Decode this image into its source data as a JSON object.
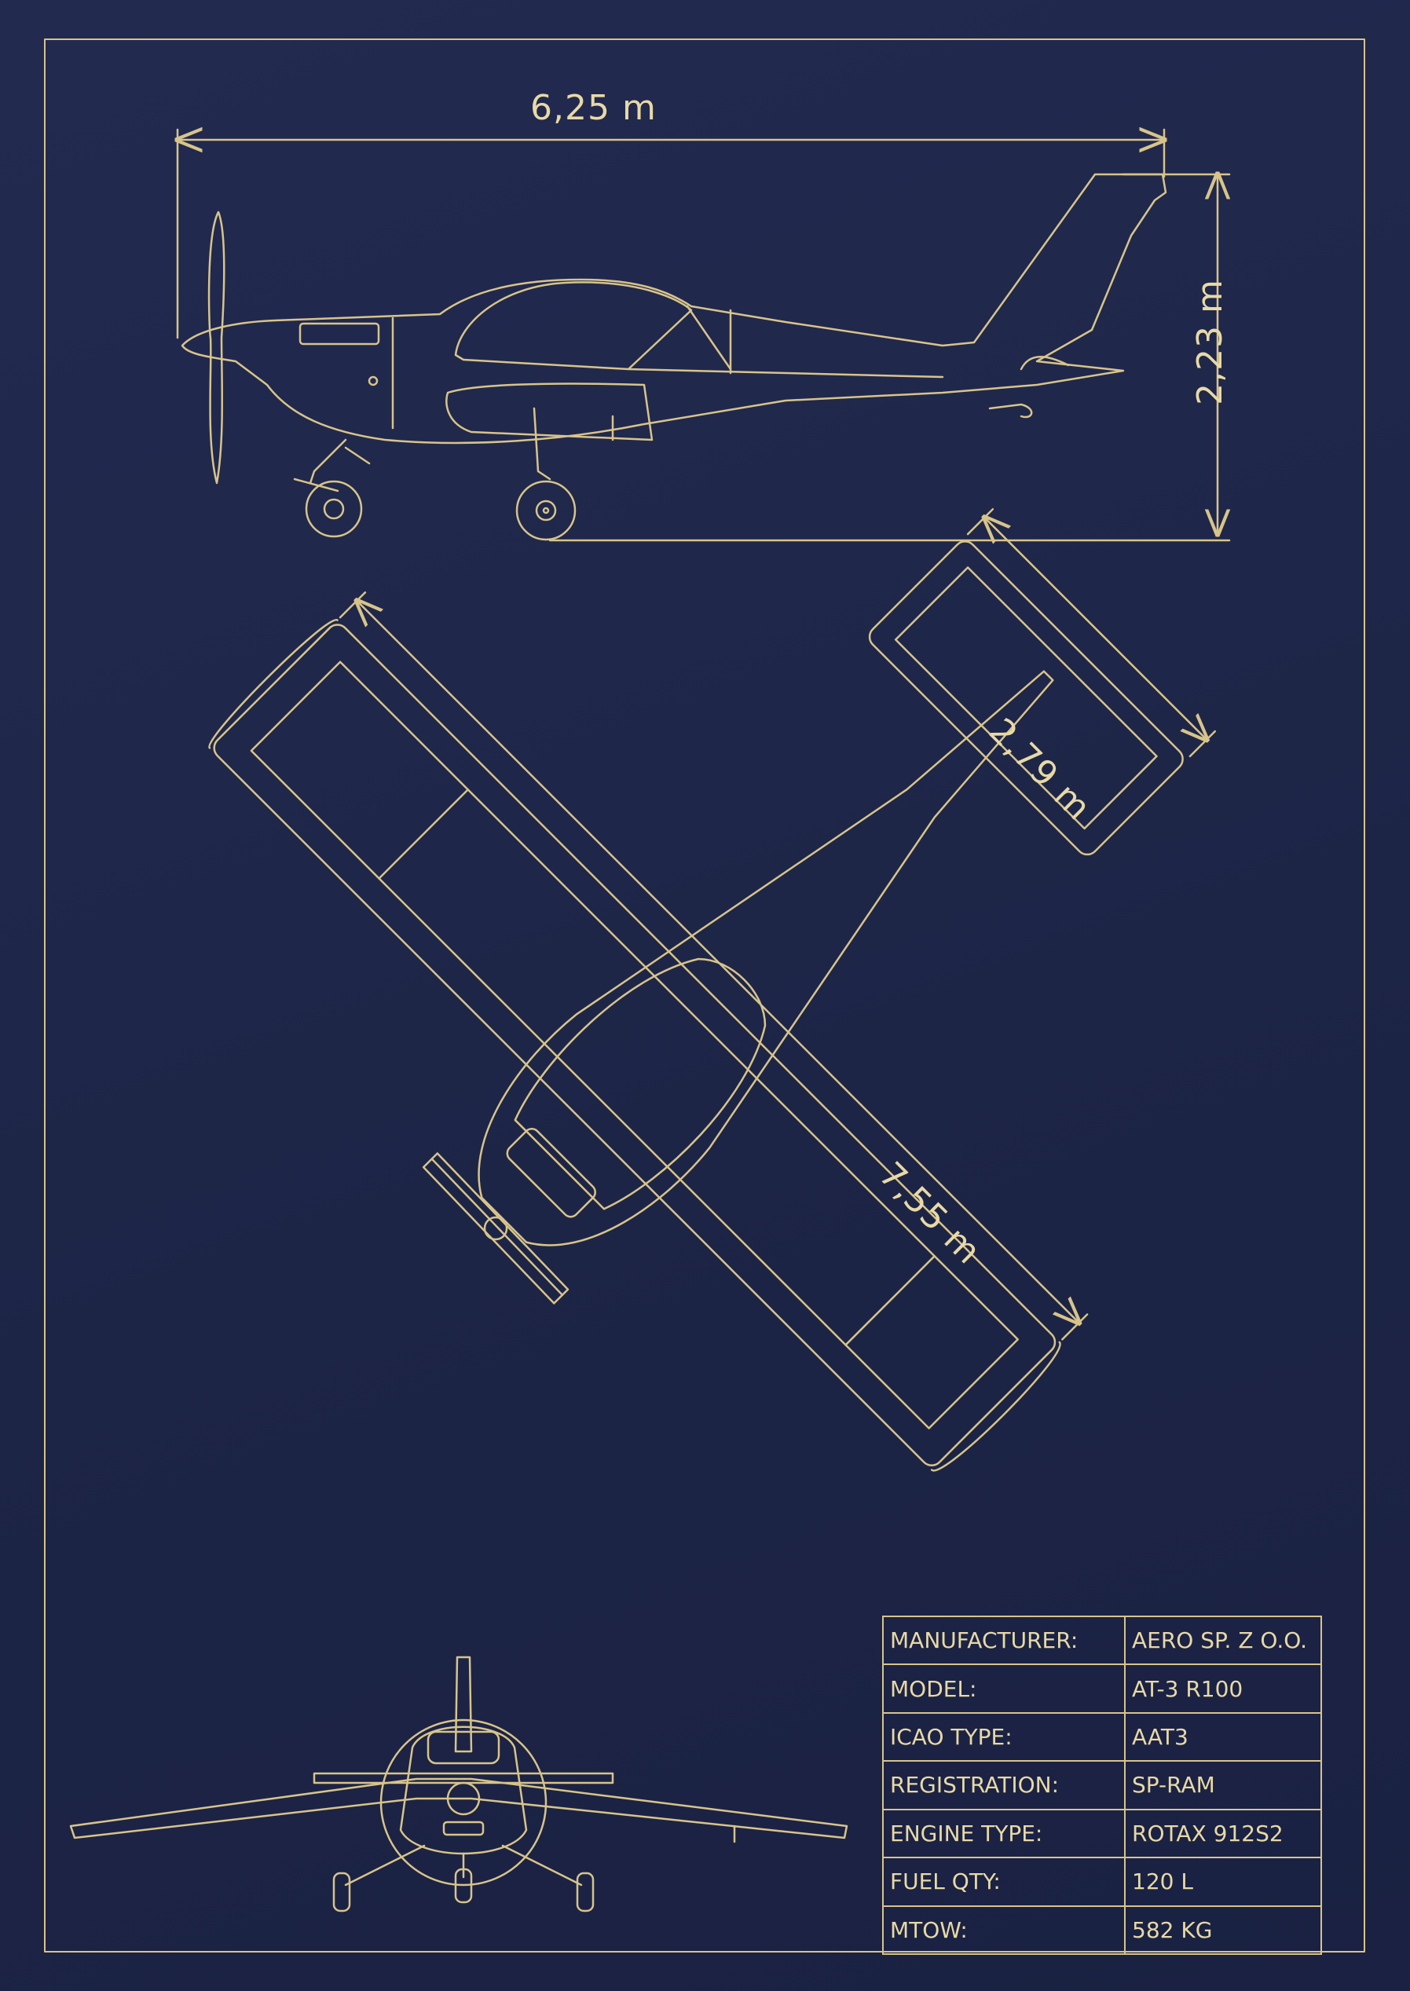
{
  "dimensions": {
    "length": "6,25 m",
    "height": "2,23 m",
    "tailspan": "2,79 m",
    "wingspan": "7,55 m"
  },
  "specs": [
    {
      "label": "MANUFACTURER:",
      "value": "AERO SP. Z O.O."
    },
    {
      "label": "MODEL:",
      "value": "AT-3 R100"
    },
    {
      "label": "ICAO TYPE:",
      "value": "AAT3"
    },
    {
      "label": "REGISTRATION:",
      "value": "SP-RAM"
    },
    {
      "label": "ENGINE TYPE:",
      "value": "ROTAX 912S2"
    },
    {
      "label": "FUEL QTY:",
      "value": "120 L"
    },
    {
      "label": "MTOW:",
      "value": "582 KG"
    }
  ],
  "colors": {
    "background": "#1e2749",
    "line": "#d8c48a"
  }
}
